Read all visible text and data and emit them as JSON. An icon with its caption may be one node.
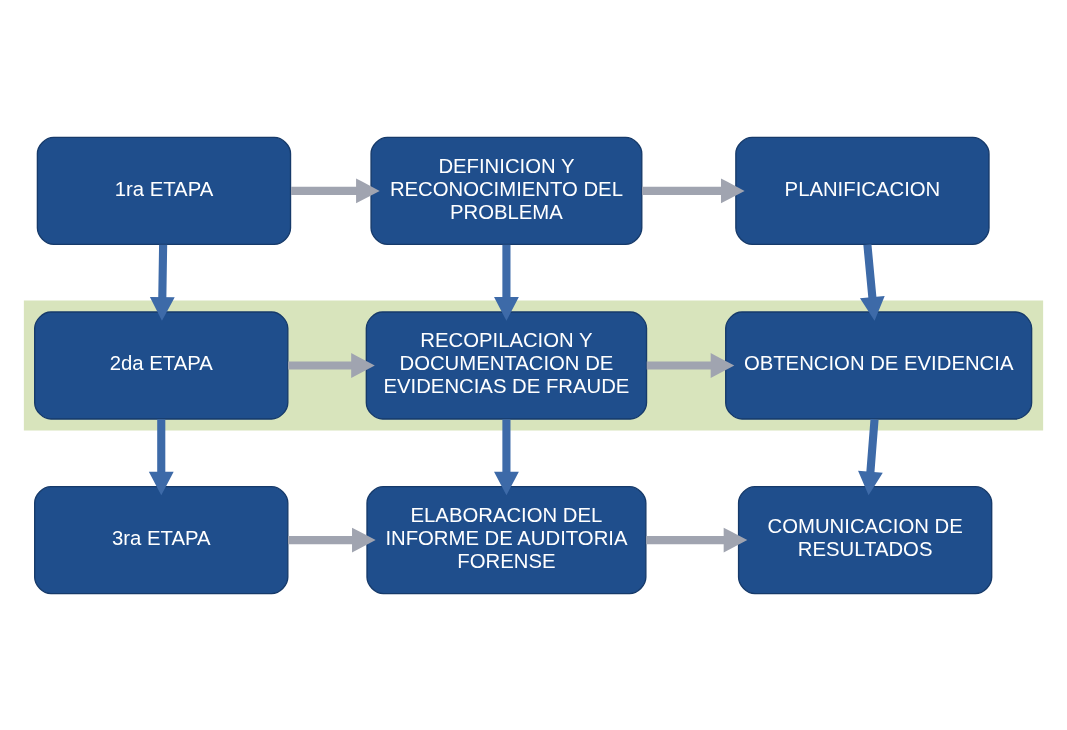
{
  "diagram": {
    "nodes": [
      {
        "text": [
          "1ra ETAPA"
        ]
      },
      {
        "text": [
          "DEFINICION Y RECONOCIMIENTO DEL PROBLEMA"
        ]
      },
      {
        "text": [
          "PLANIFICACION"
        ]
      },
      {
        "text": [],
        "shape": "band"
      },
      {
        "text": [
          "2da ETAPA"
        ],
        "in": 3
      },
      {
        "text": [
          "RECOPILACION Y DOCUMENTACION DE EVIDENCIAS DE FRAUDE"
        ],
        "in": 3
      },
      {
        "text": [
          "OBTENCION DE EVIDENCIA"
        ],
        "in": 3
      },
      {
        "text": [
          "3ra ETAPA"
        ]
      },
      {
        "text": [
          "ELABORACION DEL INFORME DE AUDITORIA FORENSE"
        ]
      },
      {
        "text": [
          "COMUNICACION DE RESULTADOS"
        ]
      }
    ],
    "edges": [
      {
        "from": 0,
        "to": 1,
        "arrow": "to"
      },
      {
        "from": 1,
        "to": 2,
        "arrow": "to"
      },
      {
        "from": 0,
        "to": 4,
        "arrow": "to",
        "color": "#3d6aa8"
      },
      {
        "from": 1,
        "to": 5,
        "arrow": "to",
        "color": "#3d6aa8"
      },
      {
        "from": 2,
        "to": 6,
        "arrow": "to",
        "color": "#3d6aa8"
      },
      {
        "from": 4,
        "to": 5,
        "arrow": "to"
      },
      {
        "from": 5,
        "to": 6,
        "arrow": "to"
      },
      {
        "from": 4,
        "to": 7,
        "arrow": "to",
        "color": "#3d6aa8"
      },
      {
        "from": 5,
        "to": 8,
        "arrow": "to",
        "color": "#3d6aa8"
      },
      {
        "from": 6,
        "to": 9,
        "arrow": "to",
        "color": "#3d6aa8"
      },
      {
        "from": 7,
        "to": 8,
        "arrow": "to"
      },
      {
        "from": 8,
        "to": 9,
        "arrow": "to"
      }
    ]
  }
}
